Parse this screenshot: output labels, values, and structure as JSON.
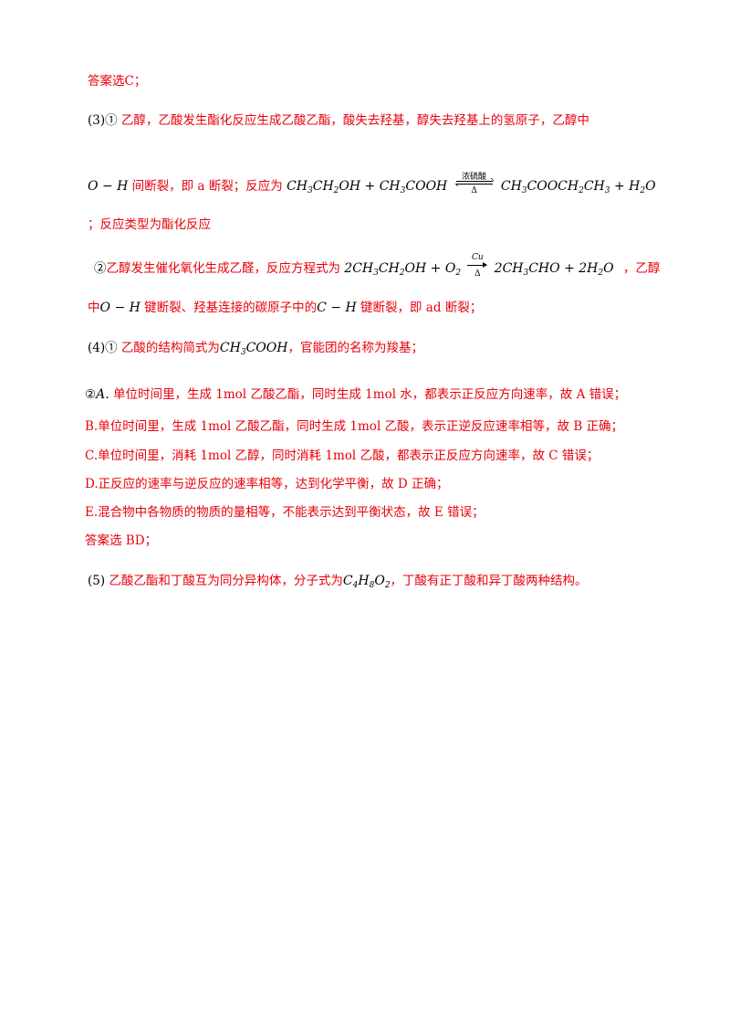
{
  "lines": {
    "l1": "答案选C；",
    "l2_num": "(3)①",
    "l2_text": " 乙醇，乙酸发生酯化反应生成乙酸乙酯，酸失去羟基，醇失去羟基上的氢原子，乙醇中",
    "l3_pre": "间断裂，即 a 断裂；反应为",
    "l3_cond_top": "浓硫酸",
    "l3_cond_bot": "Δ",
    "l4": "；反应类型为酯化反应",
    "l5_num": "②",
    "l5_text": "乙醇发生催化氧化生成乙醛，反应方程式为",
    "l5_cond_top": "Cu",
    "l5_cond_bot": "Δ",
    "l5_end": "，乙醇",
    "l6_pre": "中",
    "l6_mid": "键断裂、羟基连接的碳原子中的",
    "l6_end": "键断裂，即 ad 断裂；",
    "l7_num": "(4)①",
    "l7_text": " 乙酸的结构简式为",
    "l7_end": "，官能团的名称为羧基；",
    "l8_num": "②",
    "l8_text": "单位时间里，生成 1mol 乙酸乙酯，同时生成 1mol 水，都表示正反应方向速率，故 A 错误；",
    "l9": "B.单位时间里，生成 1mol 乙酸乙酯，同时生成 1mol 乙酸，表示正逆反应速率相等，故 B 正确；",
    "l10": "C.单位时间里，消耗 1mol 乙醇，同时消耗 1mol 乙酸，都表示正反应方向速率，故 C 错误；",
    "l11": "D.正反应的速率与逆反应的速率相等，达到化学平衡，故 D 正确；",
    "l12": "E.混合物中各物质的物质的量相等，不能表示达到平衡状态，故 E 错误；",
    "l13": "答案选 BD；",
    "l14_num": "(5)",
    "l14_text": "乙酸乙酯和丁酸互为同分异构体，分子式为",
    "l14_end": "，丁酸有正丁酸和异丁酸两种结构。"
  }
}
